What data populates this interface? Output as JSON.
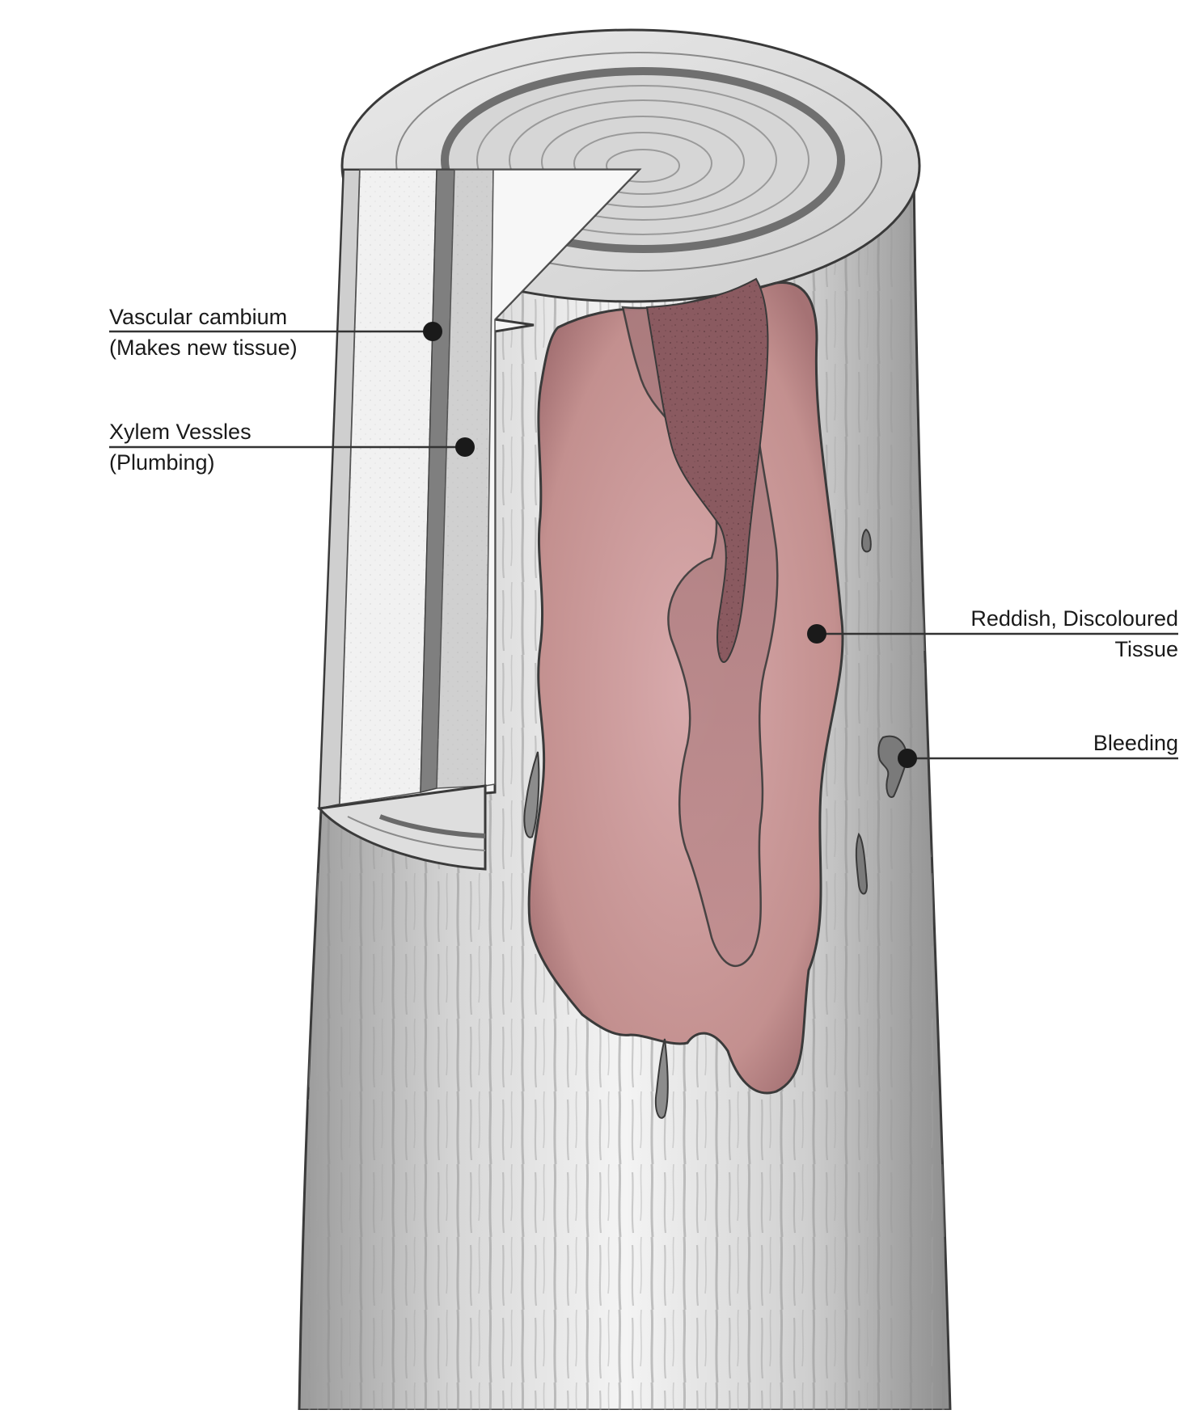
{
  "labels": {
    "vascular_cambium": {
      "line1": "Vascular cambium",
      "line2": "(Makes new tissue)"
    },
    "xylem_vessels": {
      "line1": "Xylem Vessles",
      "line2": "(Plumbing)"
    },
    "discoloured_tissue": {
      "line1": "Reddish, Discoloured",
      "line2": "Tissue"
    },
    "bleeding": {
      "line1": "Bleeding"
    }
  },
  "colors": {
    "bark": "#c9c9c9",
    "bark_light": "#eeeeee",
    "wood_cut": "#e3e3e3",
    "cambium": "#8a8a8a",
    "discoloured_tissue": "#c9999c",
    "discoloured_dark": "#7d4f56",
    "leader_line": "#333333",
    "text": "#1a1a1a"
  }
}
